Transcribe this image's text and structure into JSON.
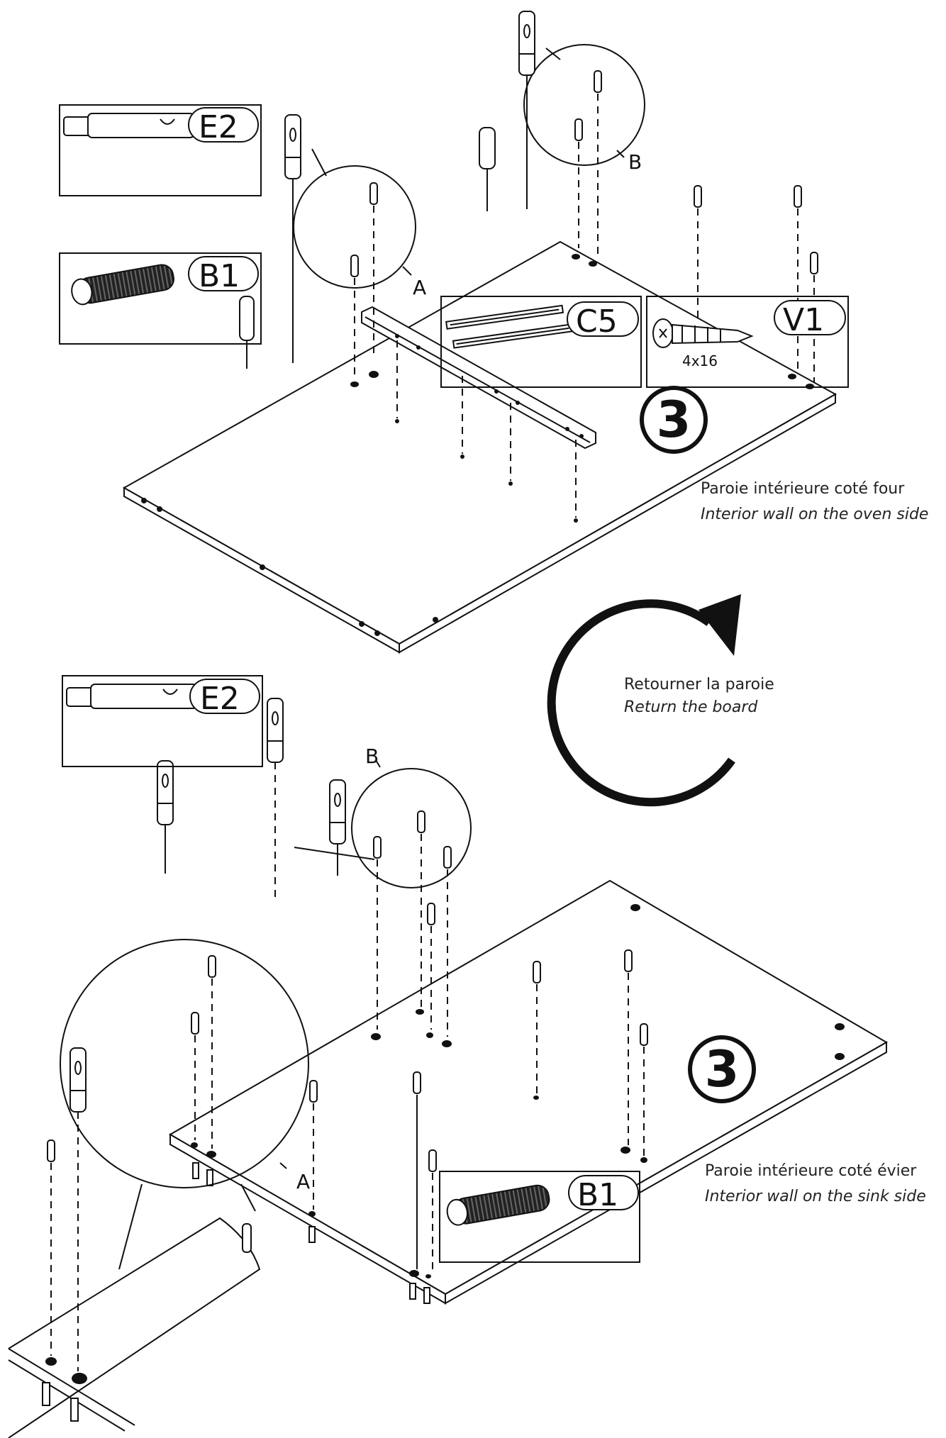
{
  "top_panel": {
    "parts": {
      "e2": "E2",
      "b1": "B1",
      "c5": "C5",
      "v1": "V1",
      "v1_size": "4x16"
    },
    "detail_labels": {
      "a": "A",
      "b": "B"
    },
    "step": "3",
    "caption_fr": "Paroie intérieure coté four",
    "caption_en": "Interior wall on the oven side"
  },
  "flip": {
    "caption_fr": "Retourner la paroie",
    "caption_en": "Return the board"
  },
  "bottom_panel": {
    "parts": {
      "e2": "E2",
      "b1": "B1"
    },
    "detail_labels": {
      "a": "A",
      "b": "B"
    },
    "step": "3",
    "caption_fr": "Paroie intérieure coté évier",
    "caption_en": "Interior wall on the sink side"
  }
}
